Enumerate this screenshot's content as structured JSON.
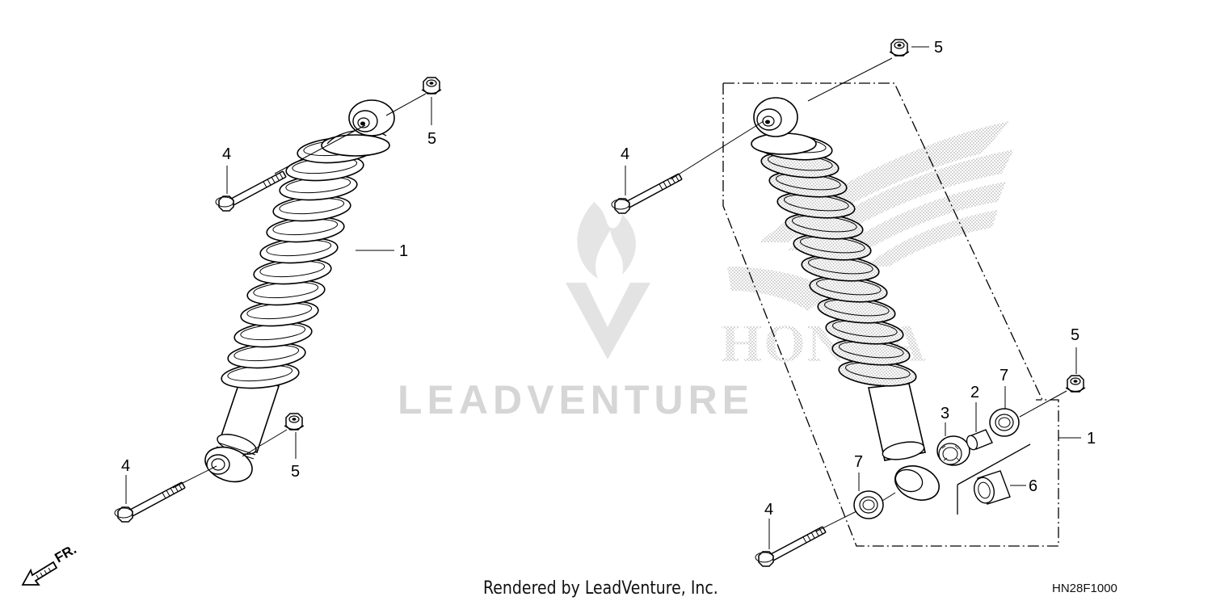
{
  "watermark": {
    "text": "LEADVENTURE"
  },
  "brand_watermark": {
    "text": "HONDA"
  },
  "direction_indicator": {
    "label": "FR."
  },
  "left_assembly": {
    "callouts": [
      "4",
      "5",
      "1",
      "4",
      "5"
    ]
  },
  "right_assembly": {
    "callouts": [
      "5",
      "4",
      "5",
      "7",
      "2",
      "3",
      "1",
      "7",
      "6",
      "4"
    ]
  },
  "footer": {
    "credit": "Rendered by LeadVenture, Inc.",
    "diagram_code": "HN28F1000"
  },
  "colors": {
    "line": "#000000",
    "watermark": "#d6d6d6",
    "dots": "#bdbdbd"
  }
}
